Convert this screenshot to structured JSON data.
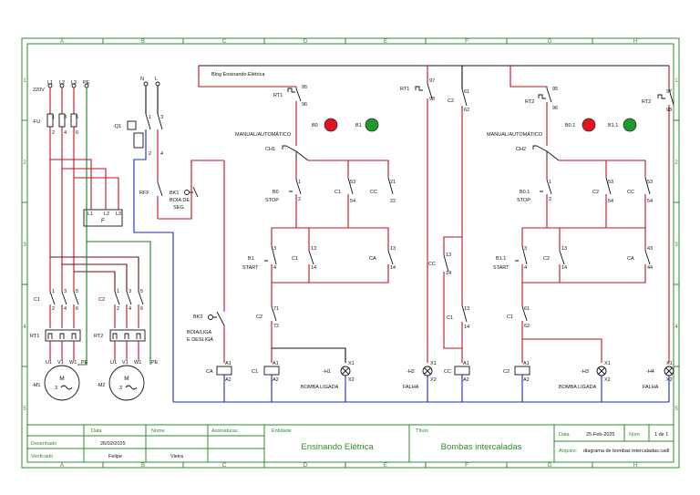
{
  "grid": {
    "columns": [
      "A",
      "B",
      "C",
      "D",
      "E",
      "F",
      "G",
      "H"
    ],
    "rows": [
      "1",
      "2",
      "3",
      "4",
      "5"
    ]
  },
  "power": {
    "lines": [
      "L1",
      "L2",
      "L3",
      "PE"
    ],
    "voltage": "220V",
    "fuse": "-FU",
    "fuse_top": [
      "1",
      "3",
      "5"
    ],
    "fuse_bottom": [
      "2",
      "4",
      "6"
    ],
    "breaker": "-Q1",
    "breaker_top": [
      "1",
      "3"
    ],
    "breaker_bottom": [
      "2",
      "4"
    ],
    "n_label": "N",
    "l_label": "L",
    "rff": "RFF",
    "bk1": "BK1",
    "bk1_desc": [
      "BOIA DE",
      "SEG."
    ],
    "f_block": "F",
    "f_terminals": [
      "L1",
      "L2",
      "L3"
    ],
    "c1": "C1",
    "c2": "C2",
    "rt1": "RT1",
    "rt2": "RT2",
    "motor1": "-M1",
    "motor2": "-M2",
    "motor_symbol": "M",
    "motor_phase": "3",
    "terminals": [
      "U1",
      "V1",
      "W1",
      "PE"
    ],
    "contact_top": [
      "1",
      "3",
      "5"
    ],
    "contact_bottom": [
      "2",
      "4",
      "6"
    ]
  },
  "control": {
    "blog_label": "Blog Ensinando Elétrica",
    "manual_auto": "MANUAL/AUTOMÁTICO",
    "rt1": "RT1",
    "rt2": "RT2",
    "b0": "B0",
    "b1": "B1",
    "b01": "B0.1",
    "b11": "B1.1",
    "ch1": "CH1",
    "ch2": "CH2",
    "stop": "STOP",
    "start": "START",
    "c1": "C1",
    "c2": "C2",
    "ca": "CA",
    "cc": "CC",
    "bk2": "BK2",
    "bk2_desc": [
      "BOIA/LIGA",
      "E DESLIGA"
    ],
    "h1": "-H1",
    "h2": "-H2",
    "h3": "-H3",
    "h4": "-H4",
    "bomba_ligada": "BOMBA LIGADA",
    "falha": "FALHA",
    "a1": "A1",
    "a2": "A2",
    "x1": "X1",
    "x2": "X2",
    "n95": "95",
    "n96": "96",
    "n97": "97",
    "n98": "98",
    "n61": "61",
    "n62": "62",
    "n53": "53",
    "n54": "54",
    "n21": "21",
    "n22": "22",
    "n13": "13",
    "n14": "14",
    "n43": "43",
    "n44": "44",
    "n71": "71",
    "n72": "72",
    "n1": "1",
    "n2": "2",
    "n3": "3",
    "n4": "4"
  },
  "title_block": {
    "data_h": "Data",
    "nome_h": "Nome",
    "assinaturas_h": "Assinaturas",
    "entidade_h": "Entidade",
    "titulo_h": "Título",
    "desenhado": "Desenhado",
    "verificado": "Verificado",
    "date_value": "26/02/2025",
    "checker": "Felipe",
    "checker_last": "Vieira",
    "entity": "Ensinando Elétrica",
    "title": "Bombas intercaladas",
    "date_label": "Data",
    "date_right": "25-Feb-2025",
    "num_label": "Núm",
    "page": "1 de 1",
    "file_label": "Arquivo:",
    "file_name": "diagrama de bombas intercaladas.cadl"
  },
  "colors": {
    "phase": "#c0121e",
    "neutral": "#1a2bb0",
    "brown": "#6b0f0f",
    "earth": "#1d7a1d",
    "frame": "#2e8b2e",
    "lamp_red": "#e0141e",
    "lamp_green": "#1f9a2a"
  }
}
